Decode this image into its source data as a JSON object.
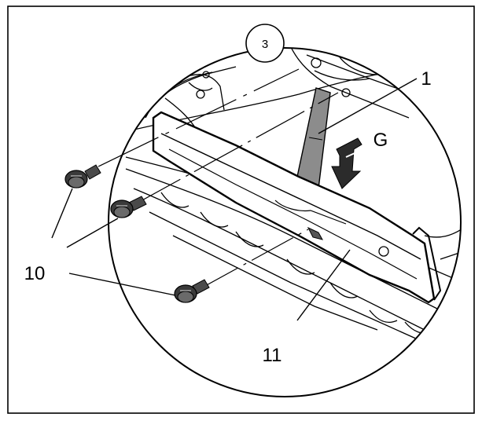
{
  "figure": {
    "step_badge": "3",
    "labels": {
      "part_1": "1",
      "view_g": "G",
      "fasteners_10": "10",
      "part_11": "11"
    },
    "colors": {
      "frame": "#000000",
      "background": "#ffffff",
      "bracket_fill": "#8c8c8c",
      "arrow_fill": "#2b2b2b",
      "bolt_fill": "#4a4a4a"
    }
  }
}
